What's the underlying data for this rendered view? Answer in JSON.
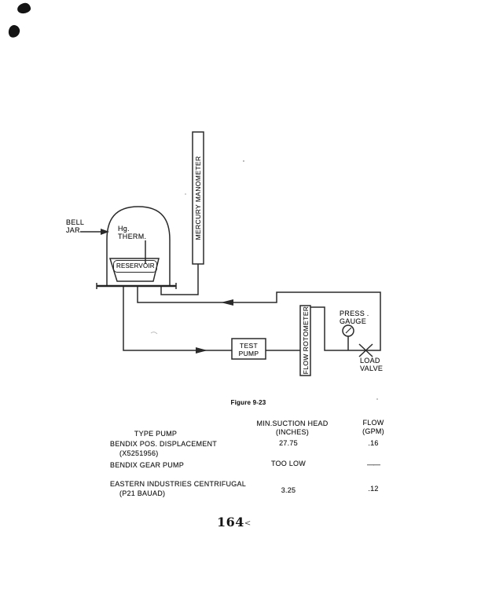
{
  "colors": {
    "ink": "#1f1f1f",
    "paper": "#ffffff"
  },
  "diagram": {
    "bell_jar_line1": "BELL",
    "bell_jar_line2": "JAR",
    "hg_therm_line1": "Hg.",
    "hg_therm_line2": "THERM.",
    "reservoir_label": "RESERVOIR",
    "mercury_manometer_label": "MERCURY MANOMETER",
    "flow_rotometer_label": "FLOW ROTOMETER",
    "test_pump_line1": "TEST",
    "test_pump_line2": "PUMP",
    "press_gauge_line1": "PRESS .",
    "press_gauge_line2": "GAUGE",
    "load_valve_line1": "LOAD",
    "load_valve_line2": "VALVE"
  },
  "figure": {
    "caption": "Figure 9-23"
  },
  "table": {
    "header": {
      "col1": "TYPE PUMP",
      "col2_line1": "MIN.SUCTION HEAD",
      "col2_line2": "(INCHES)",
      "col3_line1": "FLOW",
      "col3_line2": "(GPM)"
    },
    "rows": [
      {
        "name": "BENDIX POS. DISPLACEMENT",
        "name2": "(X5251956)",
        "suction": "27.75",
        "flow": ".16"
      },
      {
        "name": "BENDIX GEAR PUMP",
        "name2": "",
        "suction": "TOO LOW",
        "flow": "——"
      },
      {
        "name": "EASTERN INDUSTRIES CENTRIFUGAL",
        "name2": "(P21 BAUAD)",
        "suction": "3.25",
        "flow": ".12"
      }
    ]
  },
  "footer": {
    "page_number": "164",
    "artifact": "<"
  }
}
